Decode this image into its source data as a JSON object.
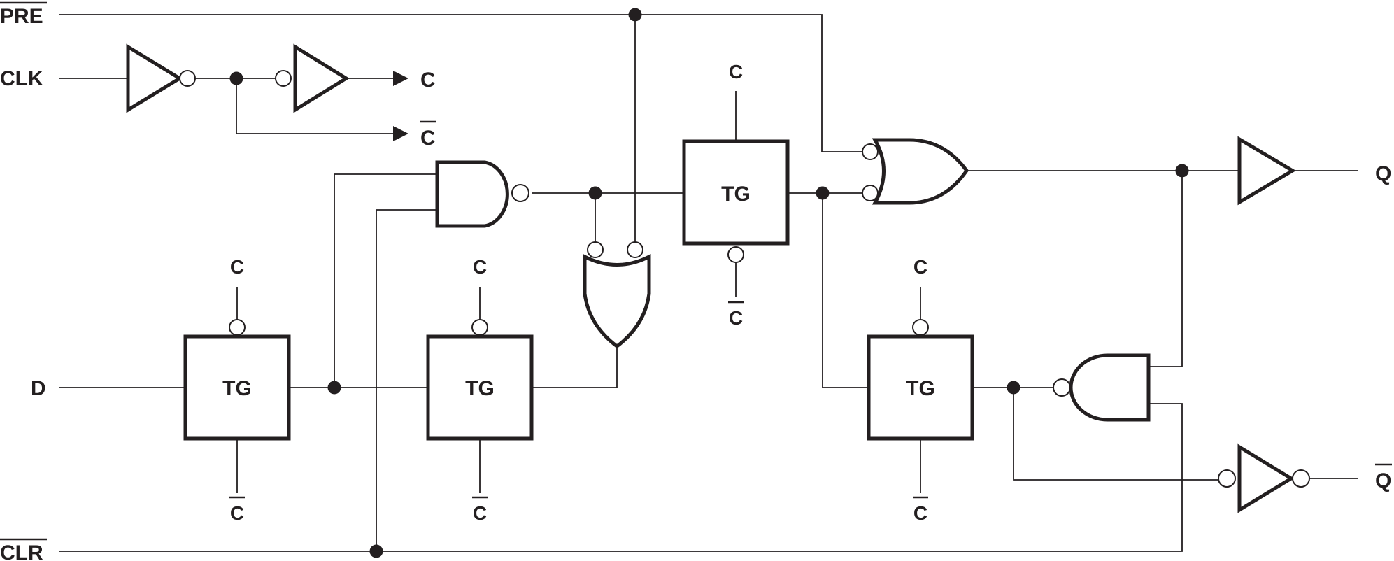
{
  "diagram": {
    "inputs": {
      "pre": "PRE",
      "clk": "CLK",
      "d": "D",
      "clr": "CLR"
    },
    "outputs": {
      "q": "Q",
      "q_bar": "Q"
    },
    "clock_outputs": {
      "c": "C",
      "c_bar": "C"
    },
    "transmission_gates": [
      {
        "label": "TG",
        "top": "C",
        "bottom": "C"
      },
      {
        "label": "TG",
        "top": "C",
        "bottom": "C"
      },
      {
        "label": "TG",
        "top": "C",
        "bottom": "C"
      },
      {
        "label": "TG",
        "top": "C",
        "bottom": "C"
      }
    ],
    "colors": {
      "ink": "#231f20",
      "background": "#ffffff"
    }
  }
}
